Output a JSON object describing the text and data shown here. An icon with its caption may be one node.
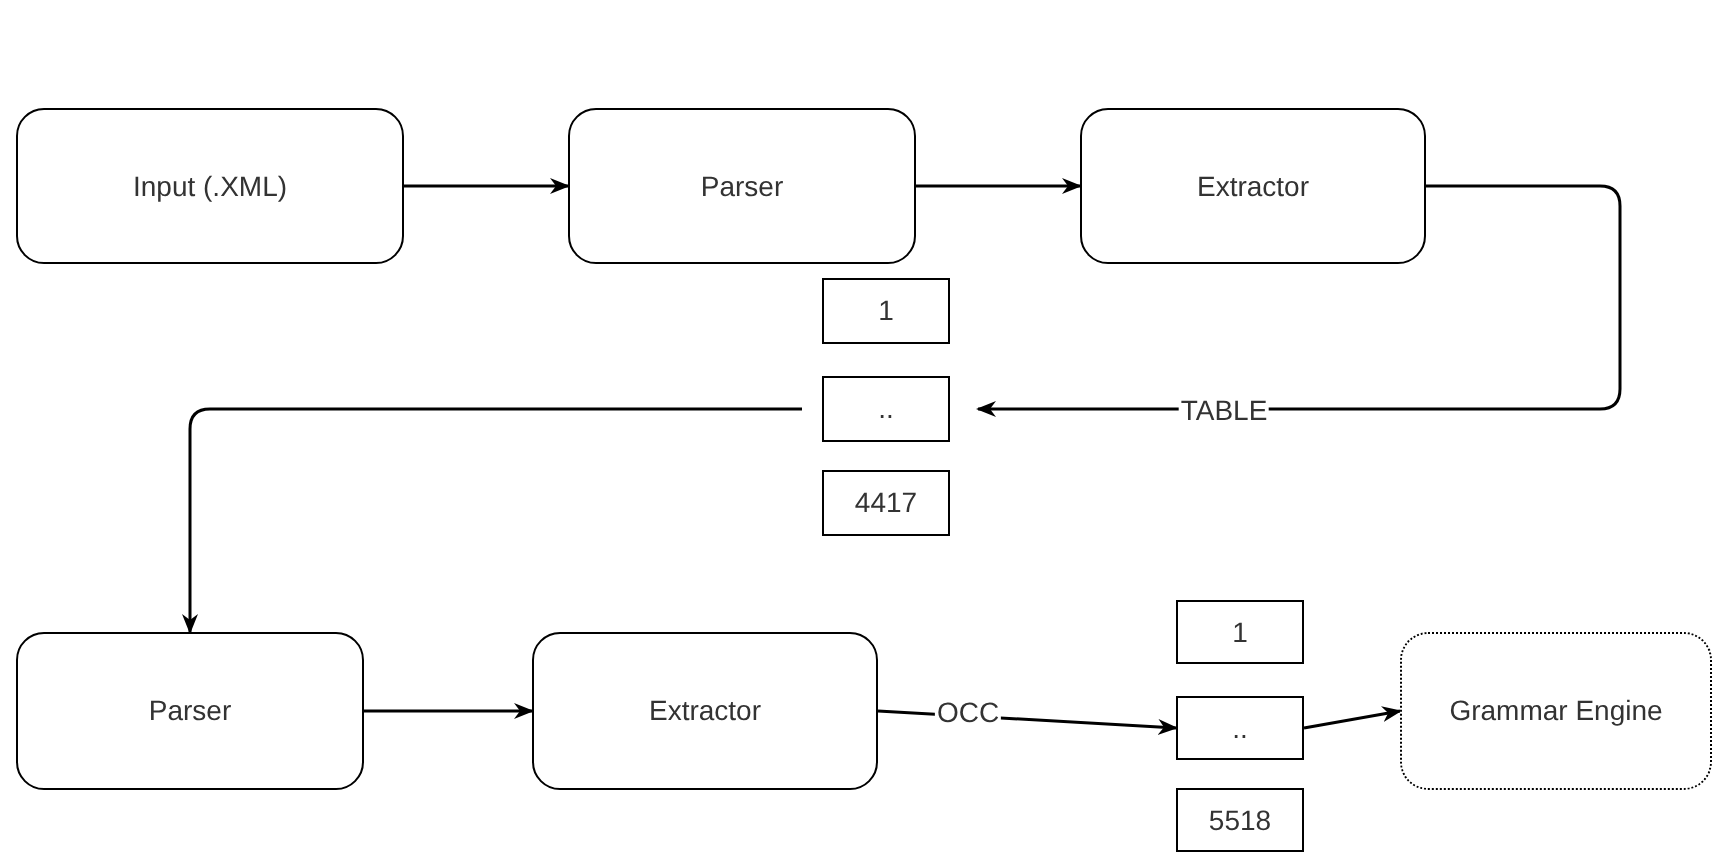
{
  "diagram": {
    "nodes": [
      {
        "text": [
          "Input (.XML)"
        ]
      },
      {
        "text": [
          "Parser"
        ]
      },
      {
        "text": [
          "Extractor"
        ]
      },
      {
        "text": [
          "1"
        ]
      },
      {
        "text": [
          ".."
        ]
      },
      {
        "text": [
          "4417"
        ]
      },
      {
        "text": [
          "Parser"
        ]
      },
      {
        "text": [
          "Extractor"
        ]
      },
      {
        "text": [
          "1"
        ]
      },
      {
        "text": [
          ".."
        ]
      },
      {
        "text": [
          "5518"
        ]
      },
      {
        "text": [
          "Grammar Engine"
        ]
      }
    ],
    "edges": [
      {
        "from": 0,
        "to": 1,
        "arrow": "to"
      },
      {
        "from": 1,
        "to": 2,
        "arrow": "to"
      },
      {
        "from": 2,
        "to": 4,
        "arrow": "to",
        "label": "TABLE"
      },
      {
        "from": 4,
        "to": 6,
        "arrow": "to"
      },
      {
        "from": 6,
        "to": 7,
        "arrow": "to"
      },
      {
        "from": 7,
        "to": 9,
        "arrow": "to",
        "label": "OCC"
      },
      {
        "from": 9,
        "to": 11,
        "arrow": "to"
      }
    ]
  }
}
